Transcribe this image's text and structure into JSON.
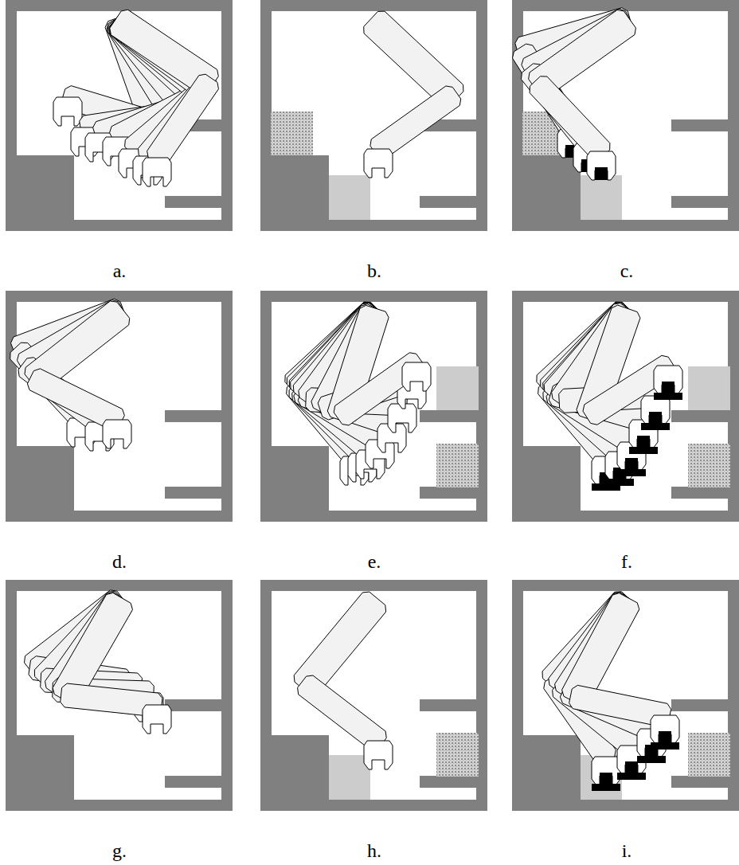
{
  "diagram": {
    "labels": [
      "a.",
      "b.",
      "c.",
      "d.",
      "e.",
      "f.",
      "g.",
      "h.",
      "i."
    ]
  }
}
